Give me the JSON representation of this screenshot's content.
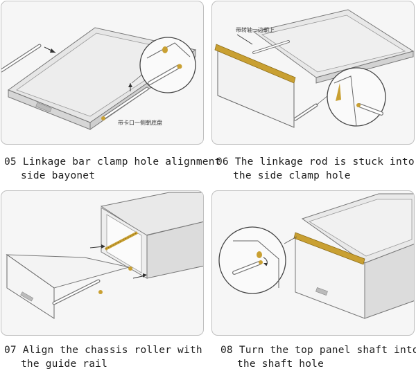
{
  "steps": [
    {
      "number": "05",
      "line1": "Linkage bar clamp hole alignment",
      "line2": "side bayonet",
      "callout": "带卡口一侧朝底盘"
    },
    {
      "number": "06",
      "line1": "The linkage rod is stuck into",
      "line2": "the side clamp hole",
      "callout": "带转轴一边朝上"
    },
    {
      "number": "07",
      "line1": "Align the chassis roller with",
      "line2": "the guide rail"
    },
    {
      "number": "08",
      "line1": "Turn the top panel shaft into",
      "line2": "the shaft hole"
    }
  ],
  "colors": {
    "gold": "#c9a032",
    "line": "#777777",
    "panel_bg": "#f6f6f6"
  }
}
